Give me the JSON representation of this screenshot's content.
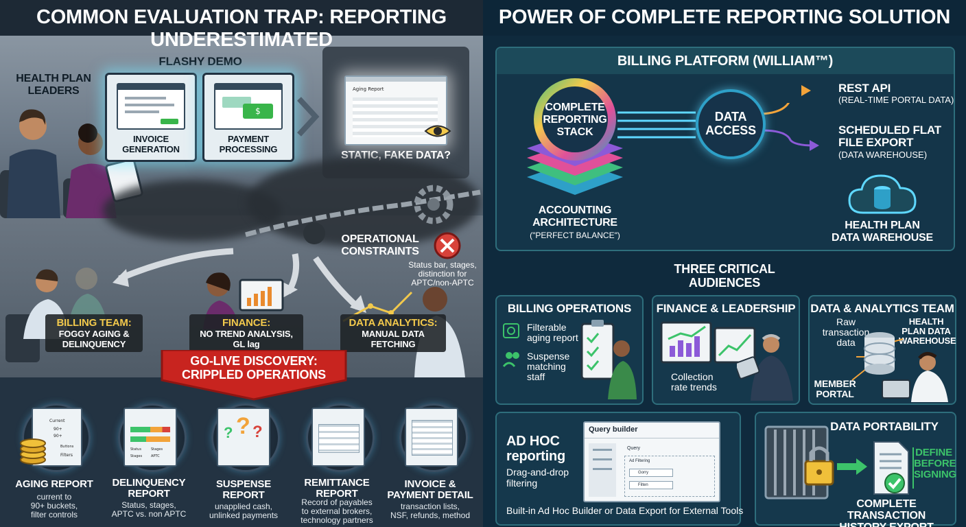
{
  "left": {
    "title": "COMMON EVALUATION TRAP: REPORTING UNDERESTIMATED",
    "health_plan_leaders": "HEALTH PLAN\nLEADERS",
    "flashy_demo": "FLASHY DEMO",
    "demo_cards": [
      {
        "label": "INVOICE\nGENERATION"
      },
      {
        "label": "PAYMENT\nPROCESSING"
      }
    ],
    "aging_report_screen": "Aging Report",
    "static_fake": "STATIC, FAKE DATA?",
    "operational_constraints": "OPERATIONAL\nCONSTRAINTS",
    "constraints_note": "Status bar, stages,\ndistinction for\nAPTC/non-APTC",
    "teams": [
      {
        "title": "BILLING TEAM:",
        "sub": "FOGGY AGING &\nDELINQUENCY"
      },
      {
        "title": "FINANCE:",
        "sub": "NO TREND ANALYSIS,\nGL lag"
      },
      {
        "title": "DATA ANALYTICS:",
        "sub": "MANUAL DATA\nFETCHING"
      }
    ],
    "banner": "GO-LIVE DISCOVERY:\nCRIPPLED OPERATIONS",
    "reports": [
      {
        "title": "AGING REPORT",
        "sub": "current to\n90+ buckets,\nfilter controls",
        "doc_lines": [
          "Current",
          "90+",
          "90+",
          "Buttons",
          "Filters"
        ]
      },
      {
        "title": "DELINQUENCY\nREPORT",
        "sub": "Status, stages,\nAPTC vs. non APTC",
        "doc_lines": [
          "Status",
          "Stages",
          "Stages",
          "APTC"
        ]
      },
      {
        "title": "SUSPENSE\nREPORT",
        "sub": "unapplied cash,\nunlinked payments",
        "doc_lines": [
          "?",
          "?",
          "?"
        ]
      },
      {
        "title": "REMITTANCE\nREPORT",
        "sub": "Record of payables\nto external brokers,\ntechnology partners",
        "doc_lines": []
      },
      {
        "title": "INVOICE &\nPAYMENT DETAIL",
        "sub": "transaction lists,\nNSF, refunds, method",
        "doc_lines": []
      }
    ]
  },
  "right": {
    "title": "POWER OF COMPLETE REPORTING SOLUTION",
    "platform_title": "BILLING PLATFORM (WILLIAM™)",
    "stack_label": "COMPLETE\nREPORTING\nSTACK",
    "accounting": "ACCOUNTING\nARCHITECTURE",
    "accounting_sub": "(\"PERFECT BALANCE\")",
    "data_access": "DATA\nACCESS",
    "rest_api": "REST API",
    "rest_api_sub": "(REAL-TIME PORTAL DATA)",
    "flat_file": "SCHEDULED FLAT\nFILE EXPORT",
    "flat_file_sub": "(DATA WAREHOUSE)",
    "warehouse": "HEALTH PLAN\nDATA WAREHOUSE",
    "three_audiences": "THREE CRITICAL\nAUDIENCES",
    "audiences": [
      {
        "title": "BILLING OPERATIONS",
        "items": [
          "Filterable\naging report",
          "Suspense\nmatching\nstaff"
        ]
      },
      {
        "title": "FINANCE & LEADERSHIP",
        "items": [
          "Collection\nrate trends"
        ]
      },
      {
        "title": "DATA & ANALYTICS TEAM",
        "items": [
          "Raw\ntransaction\ndata",
          "HEALTH\nPLAN DATA\nWAREHOUSE",
          "MEMBER\nPORTAL"
        ]
      }
    ],
    "adhoc": {
      "title": "AD HOC\nreporting",
      "sub": "Drag-and-drop\nfiltering",
      "query_builder": "Query builder",
      "query": "Query",
      "ad_filtering": "Ad Filtering",
      "group": "Gorry",
      "filter": "Filten",
      "footer": "Built-in Ad Hoc Builder or Data Export for External Tools"
    },
    "portability": {
      "title": "DATA PORTABILITY",
      "define": "DEFINE\nBEFORE\nSIGNING",
      "footer": "COMPLETE TRANSACTION\nHISTORY EXPORT"
    }
  },
  "colors": {
    "accent_cyan": "#5fd8ff",
    "warning_red": "#c8241f",
    "label_yellow": "#f2c94c",
    "teal": "#2e6e7c",
    "green": "#3cc36a"
  }
}
